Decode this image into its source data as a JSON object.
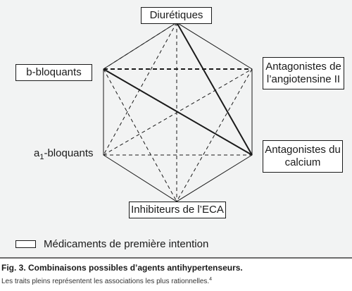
{
  "nodes": {
    "diuretiques": "Diurétiques",
    "b_bloquants": "b-bloquants",
    "antagonistes_angiotensine": "Antagonistes de\nl’angiotensine II",
    "a1_bloquants_main": "a",
    "a1_bloquants_sub": "1",
    "a1_bloquants_rest": "-bloquants",
    "antagonistes_calcium": "Antagonistes du\ncalcium",
    "inhibiteurs_eca": "Inhibiteurs de l’ECA"
  },
  "legend": {
    "label": "Médicaments de première intention"
  },
  "caption": {
    "title": "Fig. 3. Combinaisons possibles d’agents antihypertenseurs.",
    "text": "Les traits pleins représentent les associations les plus rationnelles.",
    "ref": "4"
  },
  "connections": {
    "solid": [
      [
        "diuretiques",
        "antagonistes_calcium"
      ],
      [
        "b_bloquants",
        "antagonistes_calcium"
      ]
    ],
    "thick_dashed": [
      [
        "b_bloquants",
        "antagonistes_angiotensine"
      ]
    ],
    "thin_dashed": [
      [
        "diuretiques",
        "a1_bloquants"
      ],
      [
        "diuretiques",
        "inhibiteurs_eca"
      ],
      [
        "diuretiques",
        "b_bloquants_diag"
      ],
      [
        "b_bloquants",
        "inhibiteurs_eca"
      ],
      [
        "a1_bloquants",
        "antagonistes_calcium"
      ],
      [
        "a1_bloquants",
        "antagonistes_angiotensine"
      ],
      [
        "antagonistes_angiotensine",
        "inhibiteurs_eca"
      ],
      [
        "antagonistes_calcium",
        "inhibiteurs_eca"
      ]
    ],
    "outline": "hexagon"
  },
  "colors": {
    "panel": "#f2f3f3",
    "line": "#1a1a1a"
  }
}
